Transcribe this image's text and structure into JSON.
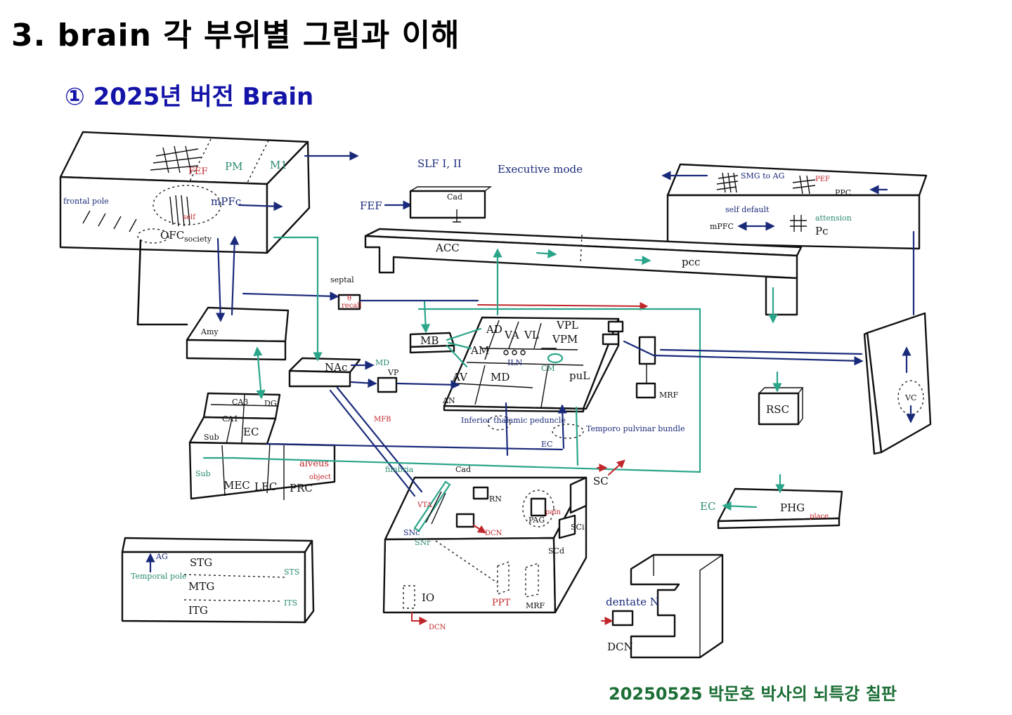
{
  "title": "3.  brain 각 부위별 그림과 이해",
  "subtitle": "① 2025년 버전 Brain",
  "footer": "20250525 박문호 박사의 뇌특강 칠판",
  "colors": {
    "ink": "#111111",
    "navy": "#1a2a7a",
    "teal": "#2aa58a",
    "red": "#c0262a",
    "title_blue": "#1414a8",
    "footer_green": "#1b6e35"
  },
  "labels": {
    "fef": "FEF",
    "pm": "PM",
    "m1": "M1",
    "frontal_pole": "frontal pole",
    "mpfc": "mPFc",
    "self": "self",
    "ofc": "OFC",
    "society": "society",
    "slf": "SLF I, II",
    "executive": "Executive mode",
    "fef_left": "FEF",
    "cad": "Cad",
    "smg_ag": "SMG to AG",
    "pef": "PEF",
    "ppc": "PPC",
    "self_default": "self default",
    "mpfc_right": "mPFC",
    "attension": "attension",
    "pc": "Pc",
    "acc": "ACC",
    "pcc": "pcc",
    "septal": "septal",
    "theta": "θ",
    "recall": "recall",
    "amy": "Amy",
    "mb": "MB",
    "nac": "NAc",
    "md": "MD",
    "vp": "VP",
    "ad": "AD",
    "va": "VA",
    "vl": "VL",
    "vpl": "VPL",
    "vpm": "VPM",
    "am": "AM",
    "av": "AV",
    "md_thal": "MD",
    "an": "AN",
    "iln": "ILN",
    "cm": "CM",
    "pul": "puL",
    "mrf_top": "MRF",
    "rsc": "RSC",
    "vc": "VC",
    "ca3": "CA3",
    "dg": "DG",
    "ca1": "CA1",
    "sub": "Sub",
    "ec": "EC",
    "sub_teal": "Sub",
    "mec": "MEC",
    "lec": "LEC",
    "prc": "PRC",
    "alveus": "alveus",
    "object": "object",
    "mfb": "MFB",
    "fimbria": "fimbria",
    "inf_thal": "Inferior thalamic peduncle",
    "ec_small": "EC",
    "temporo_pulvinar": "Temporo pulvinar bundle",
    "sc": "SC",
    "cad_mid": "Cad",
    "rn": "RN",
    "pag": "PAG",
    "pain": "pain",
    "vta": "VTA",
    "snc": "SNc",
    "snr": "SNr",
    "dcn": "DCN",
    "ppt": "PPT",
    "mrf": "MRF",
    "io": "IO",
    "dcn_io": "DCN",
    "sci": "SCi",
    "scd": "SCd",
    "ec_left": "EC",
    "phg": "PHG",
    "place": "place",
    "ag": "AG",
    "temporal_pole": "Temporal pole",
    "stg": "STG",
    "mtg": "MTG",
    "itg": "ITG",
    "sts": "STS",
    "its": "ITS",
    "dentate": "dentate N",
    "dcn_cb": "DCN"
  }
}
